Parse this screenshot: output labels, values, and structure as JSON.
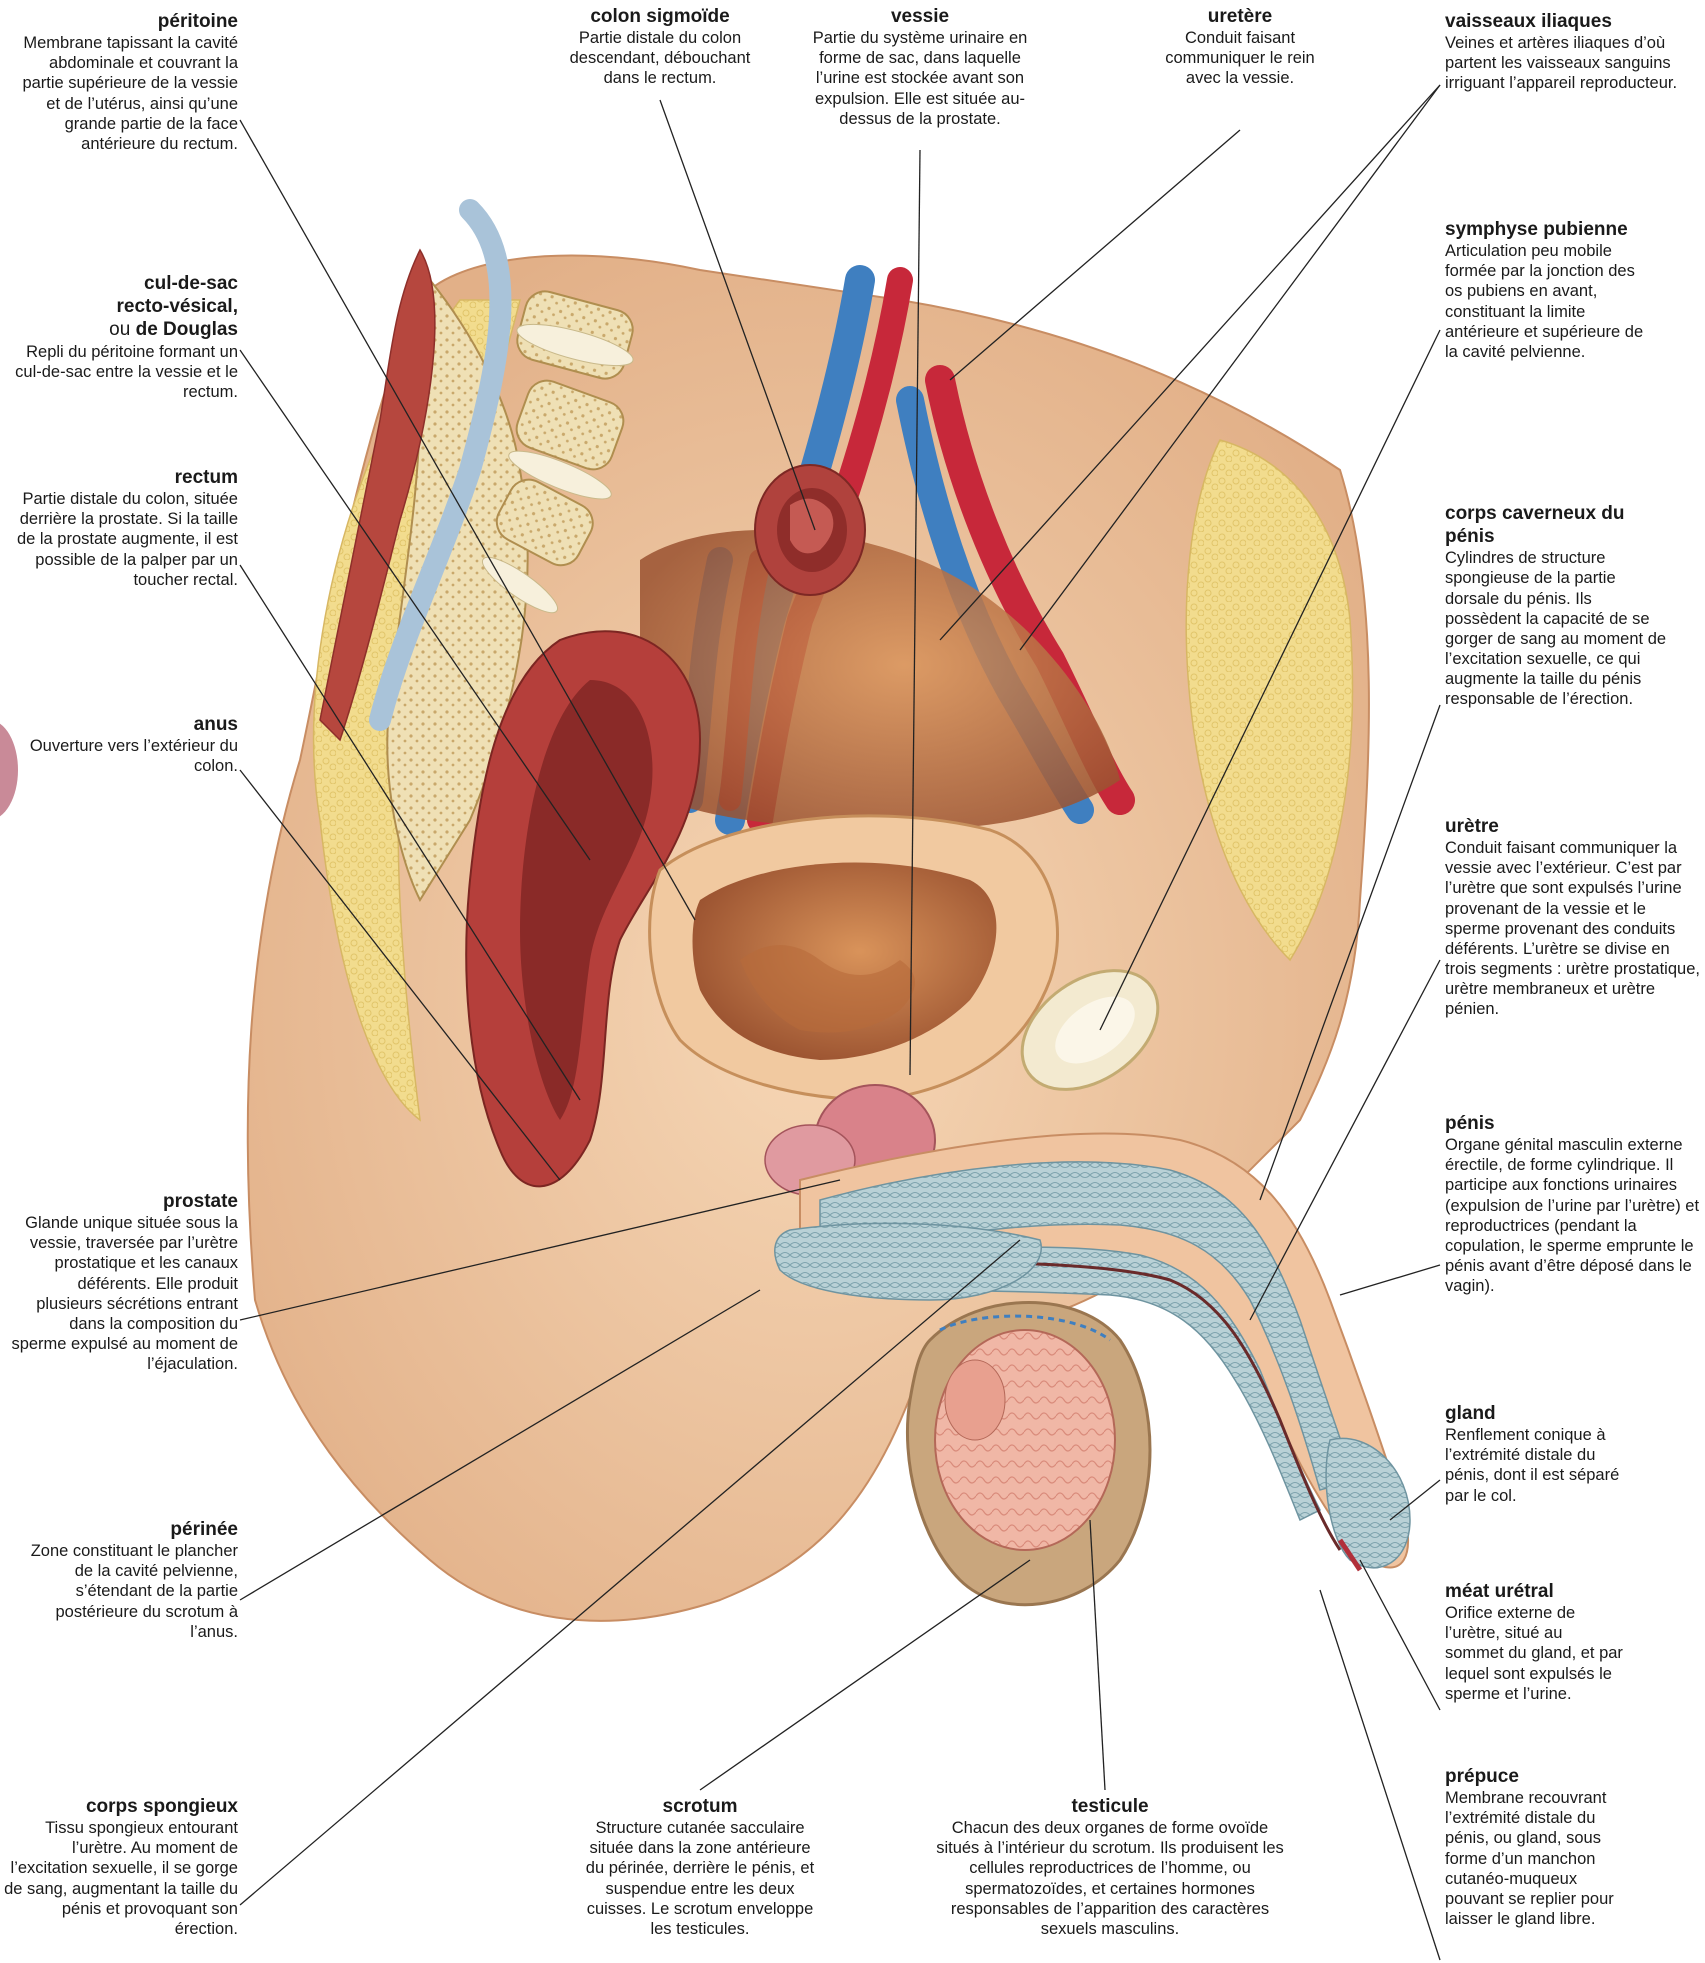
{
  "labels": {
    "peritoine": {
      "title": "péritoine",
      "text": "Membrane tapissant la cavité abdominale et couvrant la partie supérieure de la vessie et de l’utérus, ainsi qu’une grande partie de la face antérieure du rectum."
    },
    "cul_de_sac": {
      "title_line1": "cul-de-sac",
      "title_line2": "recto-vésical,",
      "title_line3_prefix": "ou ",
      "title_line3_bold": "de Douglas",
      "text": "Repli du péritoine formant un cul-de-sac entre la vessie et le rectum."
    },
    "rectum": {
      "title": "rectum",
      "text": "Partie distale du colon, située derrière la prostate. Si la taille de la prostate augmente, il est possible de la palper par un toucher rectal."
    },
    "anus": {
      "title": "anus",
      "text": "Ouverture vers l’extérieur du colon."
    },
    "prostate": {
      "title": "prostate",
      "text": "Glande unique située sous la vessie, traversée par l’urètre prostatique et les canaux déférents. Elle produit plusieurs sécrétions entrant dans la composition du sperme expulsé au moment de l’éjaculation."
    },
    "perinee": {
      "title": "périnée",
      "text": "Zone constituant le plancher de la cavité pelvienne, s’étendant de la partie postérieure du scrotum à l’anus."
    },
    "corps_spongieux": {
      "title": "corps spongieux",
      "text": "Tissu spongieux entourant l’urètre. Au moment de l’excitation sexuelle, il se gorge de sang, augmentant la taille du pénis et provoquant son érection."
    },
    "colon_sigmoide": {
      "title": "colon sigmoïde",
      "text": "Partie distale du colon descendant, débouchant dans le rectum."
    },
    "vessie": {
      "title": "vessie",
      "text": "Partie du système urinaire en forme de sac, dans laquelle l’urine est stockée avant son expulsion. Elle est située au-dessus de la prostate."
    },
    "uretere": {
      "title": "uretère",
      "text": "Conduit faisant communiquer le rein avec la vessie."
    },
    "vaisseaux_iliaques": {
      "title": "vaisseaux iliaques",
      "text": "Veines et artères iliaques d’où partent les vaisseaux sanguins irriguant l’appareil reproducteur."
    },
    "symphyse": {
      "title": "symphyse pubienne",
      "text": "Articulation peu mobile formée par la jonction des os pubiens en avant, constituant la limite antérieure et supérieure de la cavité pelvienne."
    },
    "corps_caverneux": {
      "title": "corps caverneux du pénis",
      "text": "Cylindres de structure spongieuse de la partie dorsale du pénis. Ils possèdent la capacité de se gorger de sang au moment de l’excitation sexuelle, ce qui augmente la taille du pénis responsable de l’érection."
    },
    "uretre": {
      "title": "urètre",
      "text": "Conduit faisant communiquer la vessie avec l’extérieur. C’est par l’urètre que sont expulsés l’urine provenant de la vessie et le sperme provenant des conduits déférents. L’urètre se divise en trois segments : urètre prostatique, urètre membraneux et urètre pénien."
    },
    "penis": {
      "title": "pénis",
      "text": "Organe génital masculin externe érectile, de forme cylindrique. Il participe aux fonctions urinaires (expulsion de l’urine par l’urètre) et reproductrices (pendant la copulation, le sperme emprunte le pénis avant d’être déposé dans le vagin)."
    },
    "gland": {
      "title": "gland",
      "text": "Renflement conique à l’extrémité distale du pénis, dont il est séparé par le col."
    },
    "meat": {
      "title": "méat urétral",
      "text": "Orifice externe de l’urètre, situé au sommet du gland, et par lequel sont expulsés le sperme et l’urine."
    },
    "prepuce": {
      "title": "prépuce",
      "text": "Membrane recouvrant l’extrémité distale du pénis, ou gland, sous forme d’un manchon cutanéo-muqueux pouvant se replier pour laisser le gland libre."
    },
    "scrotum": {
      "title": "scrotum",
      "text": "Structure cutanée sacculaire située dans la zone antérieure du périnée, derrière le pénis, et suspendue entre les deux cuisses. Le scrotum enveloppe les testicules."
    },
    "testicule": {
      "title": "testicule",
      "text": "Chacun des deux organes de forme ovoïde situés à l’intérieur du scrotum. Ils produisent les cellules reproductrices de l’homme, ou spermatozoïdes, et certaines hormones responsables de l’apparition des caractères sexuels masculins."
    }
  },
  "colors": {
    "skin": "#f0c9a4",
    "fat": "#f1dc8f",
    "muscle": "#b8423e",
    "artery": "#c7283a",
    "vein": "#3f7fc0",
    "spongy": "#a9c7cf",
    "bone": "#efe6cc"
  }
}
